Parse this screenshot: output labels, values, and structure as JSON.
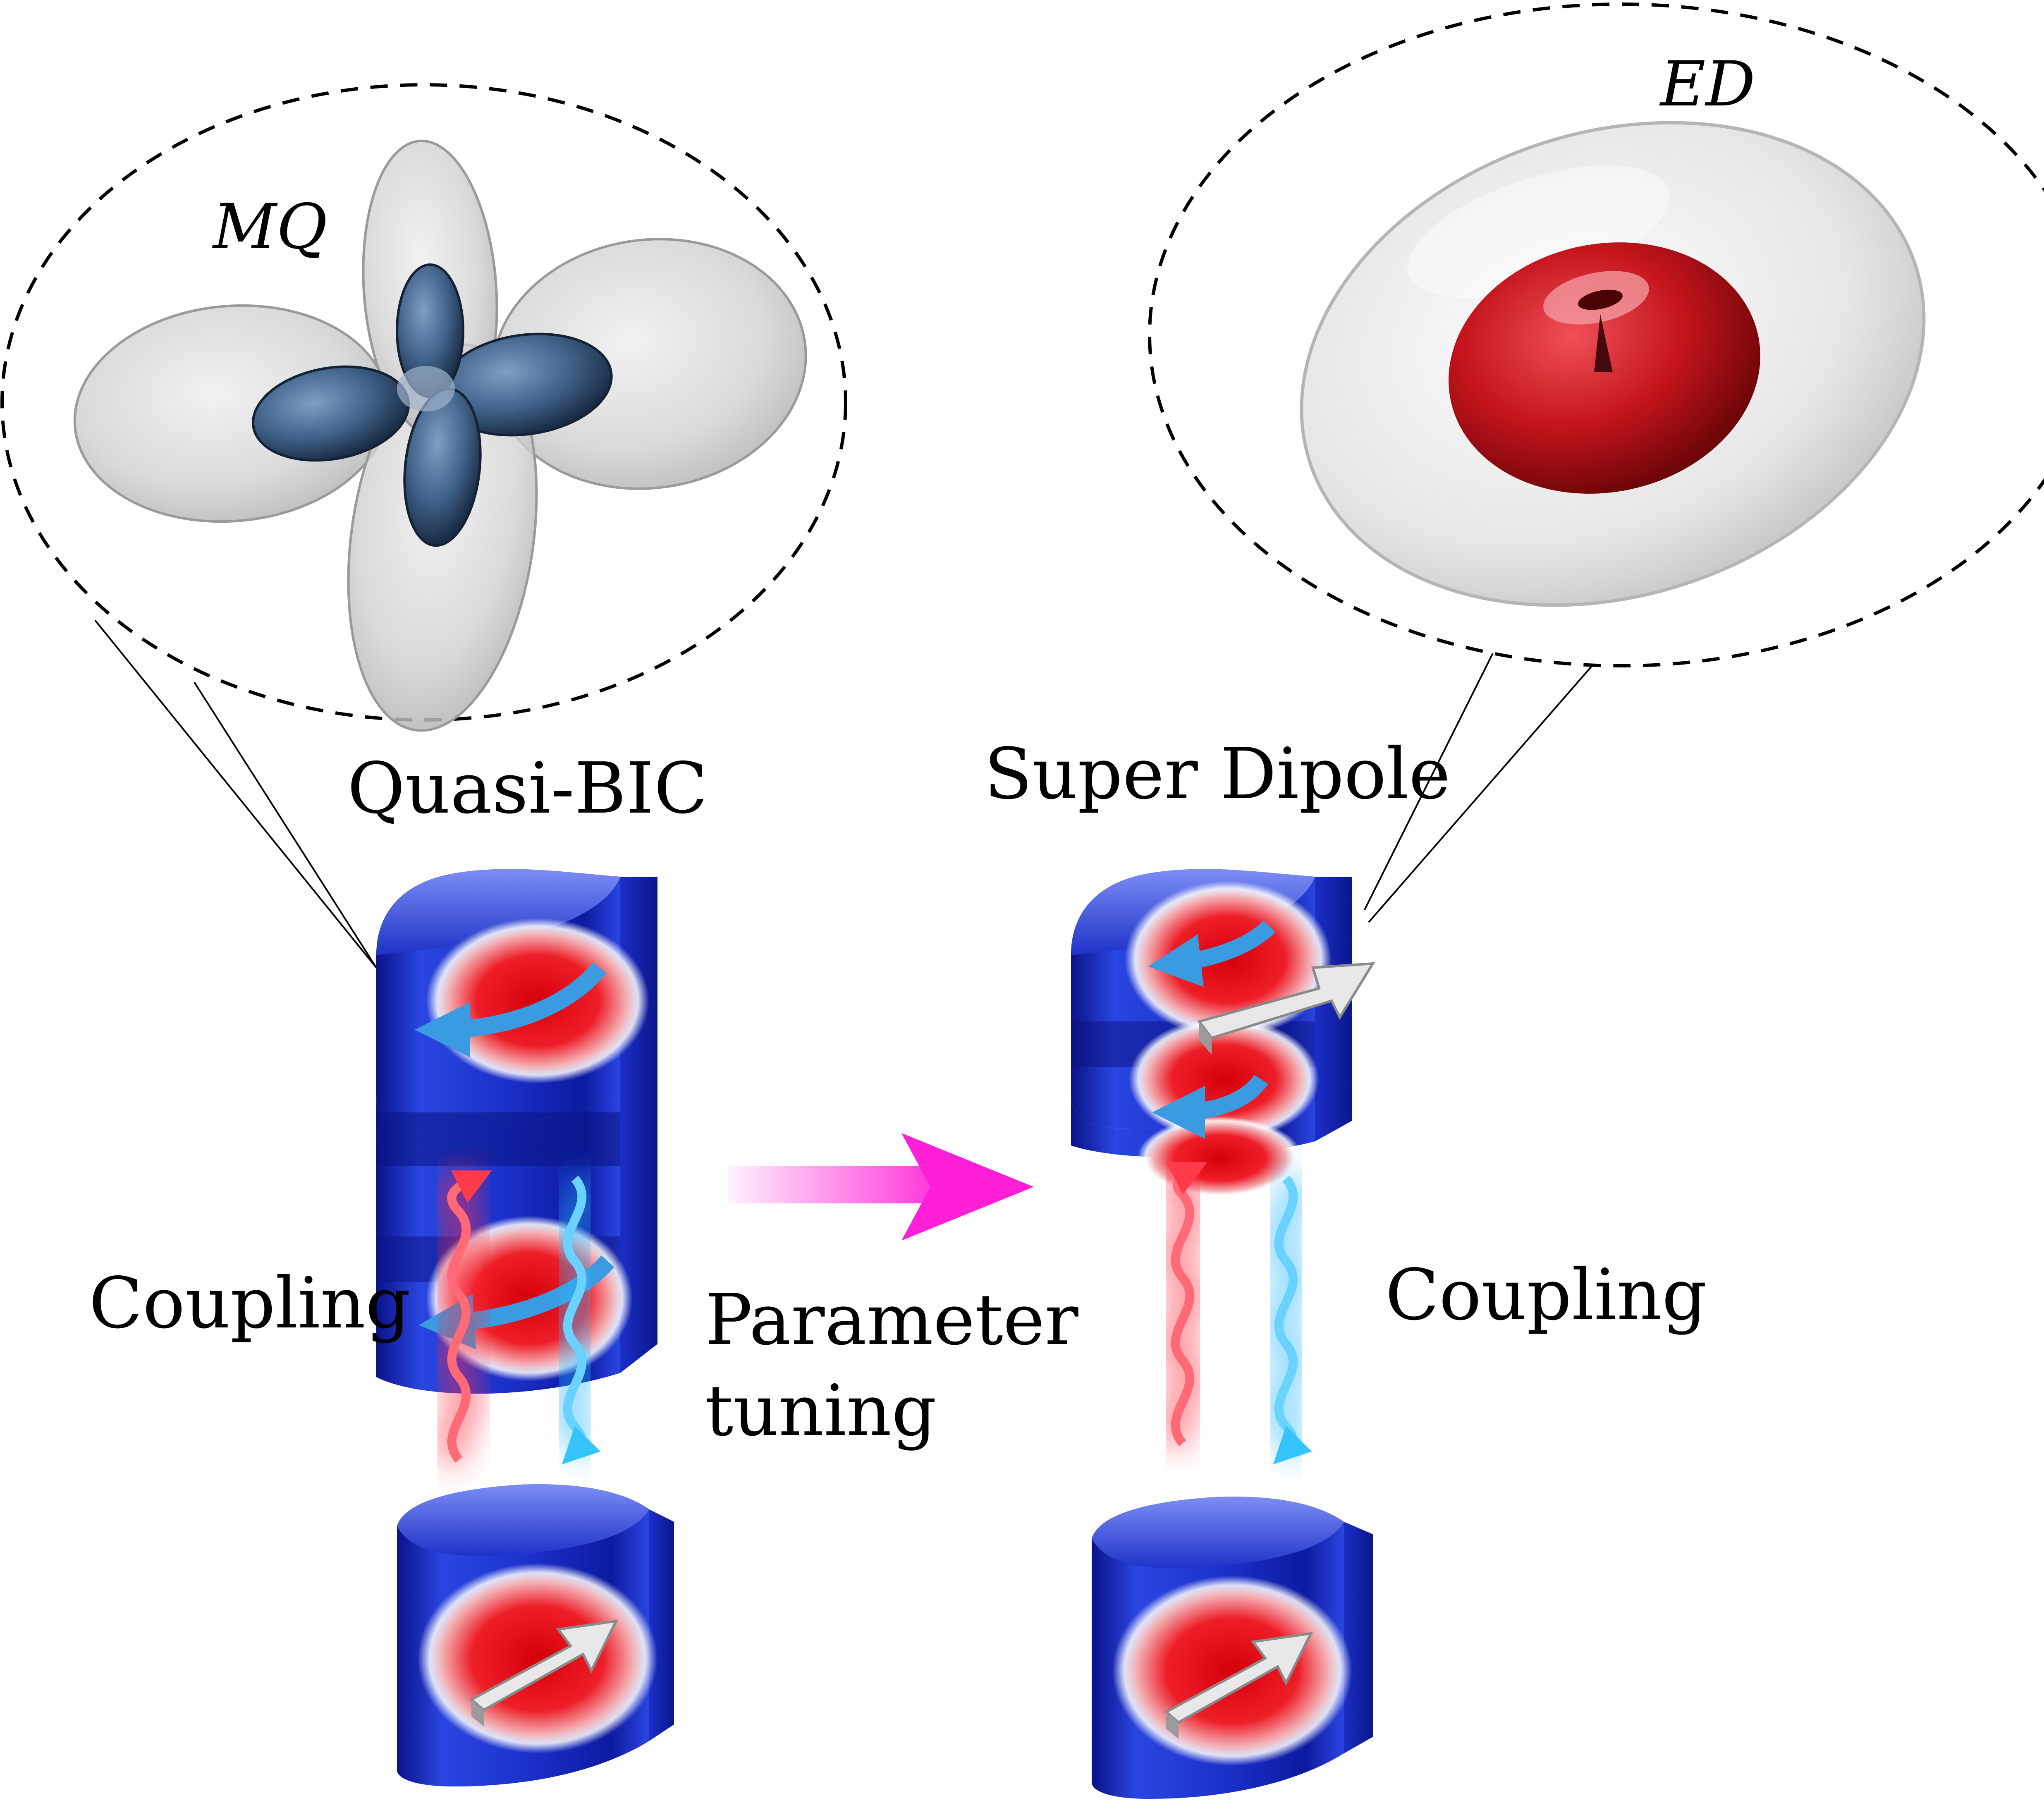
{
  "labels": {
    "mq": "MQ",
    "ed": "ED",
    "quasi_bic": "Quasi-BIC",
    "super_dipole": "Super Dipole",
    "coupling_left": "Coupling",
    "coupling_right": "Coupling",
    "parameter": "Parameter",
    "tuning": "tuning"
  },
  "colors": {
    "resonator_blue": "#1a2fc8",
    "field_red": "#e8141e",
    "current_arrow_blue": "#3a9be0",
    "moment_arrow_white": "#e8e8e8",
    "mq_lobe_blue": "#3e5f86",
    "ed_torus_red": "#c4141c",
    "tuning_arrow_magenta": "#ff1fd6",
    "wave_red": "#ff2a3a",
    "wave_blue": "#2ab8ff",
    "callout_dashes": "#000000"
  },
  "icons": {
    "mq_pattern": "magnetic-quadrupole-radiation-pattern-icon",
    "ed_pattern": "electric-dipole-radiation-pattern-icon",
    "resonator": "dielectric-resonator-icon",
    "transition": "magenta-arrow-icon",
    "coupling": "wavy-arrow-icon"
  }
}
